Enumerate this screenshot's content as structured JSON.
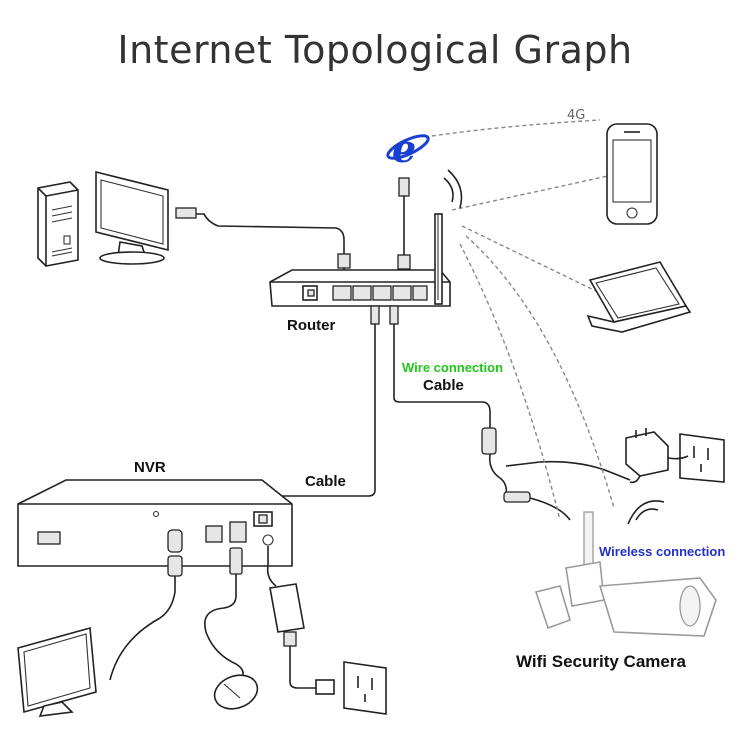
{
  "title": "Internet Topological Graph",
  "labels": {
    "router": "Router",
    "wire_connection": "Wire connection",
    "cable_router": "Cable",
    "nvr": "NVR",
    "cable_nvr": "Cable",
    "wireless_connection": "Wireless connection",
    "camera": "Wifi Security Camera",
    "cellular": "4G"
  },
  "colors": {
    "wire_connection": "#22c51b",
    "wireless_connection": "#2430c8",
    "internet_icon": "#1a3fd1"
  },
  "icons": [
    "internet-explorer-icon",
    "desktop-pc-icon",
    "monitor-icon",
    "router-icon",
    "smartphone-icon",
    "laptop-icon",
    "nvr-icon",
    "power-adapter-icon",
    "wall-socket-icon",
    "mouse-icon",
    "security-camera-icon",
    "wifi-signal-icon"
  ]
}
